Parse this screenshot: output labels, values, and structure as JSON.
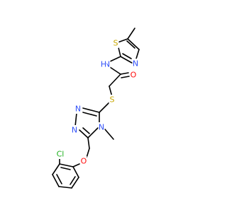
{
  "molecule": {
    "colors": {
      "carbon_bond": "#000000",
      "N": "#3050F8",
      "O": "#FF0D0D",
      "S": "#C8A800",
      "Cl": "#1FB01F",
      "background": "#FFFFFF"
    },
    "atoms": [
      {
        "id": "s_thiazole",
        "symbol": "S",
        "color": "S"
      },
      {
        "id": "n_thiazole",
        "symbol": "N",
        "color": "N"
      },
      {
        "id": "n_amide",
        "symbol": "N",
        "color": "N"
      },
      {
        "id": "h_amide",
        "symbol": "H",
        "color": "N"
      },
      {
        "id": "o_carbonyl",
        "symbol": "O",
        "color": "O"
      },
      {
        "id": "s_thioether",
        "symbol": "S",
        "color": "S"
      },
      {
        "id": "n_triazole_1",
        "symbol": "N",
        "color": "N"
      },
      {
        "id": "n_triazole_2",
        "symbol": "N",
        "color": "N"
      },
      {
        "id": "n_triazole_4",
        "symbol": "N",
        "color": "N"
      },
      {
        "id": "o_ether",
        "symbol": "O",
        "color": "O"
      },
      {
        "id": "cl",
        "symbol": "Cl",
        "color": "Cl"
      }
    ]
  }
}
